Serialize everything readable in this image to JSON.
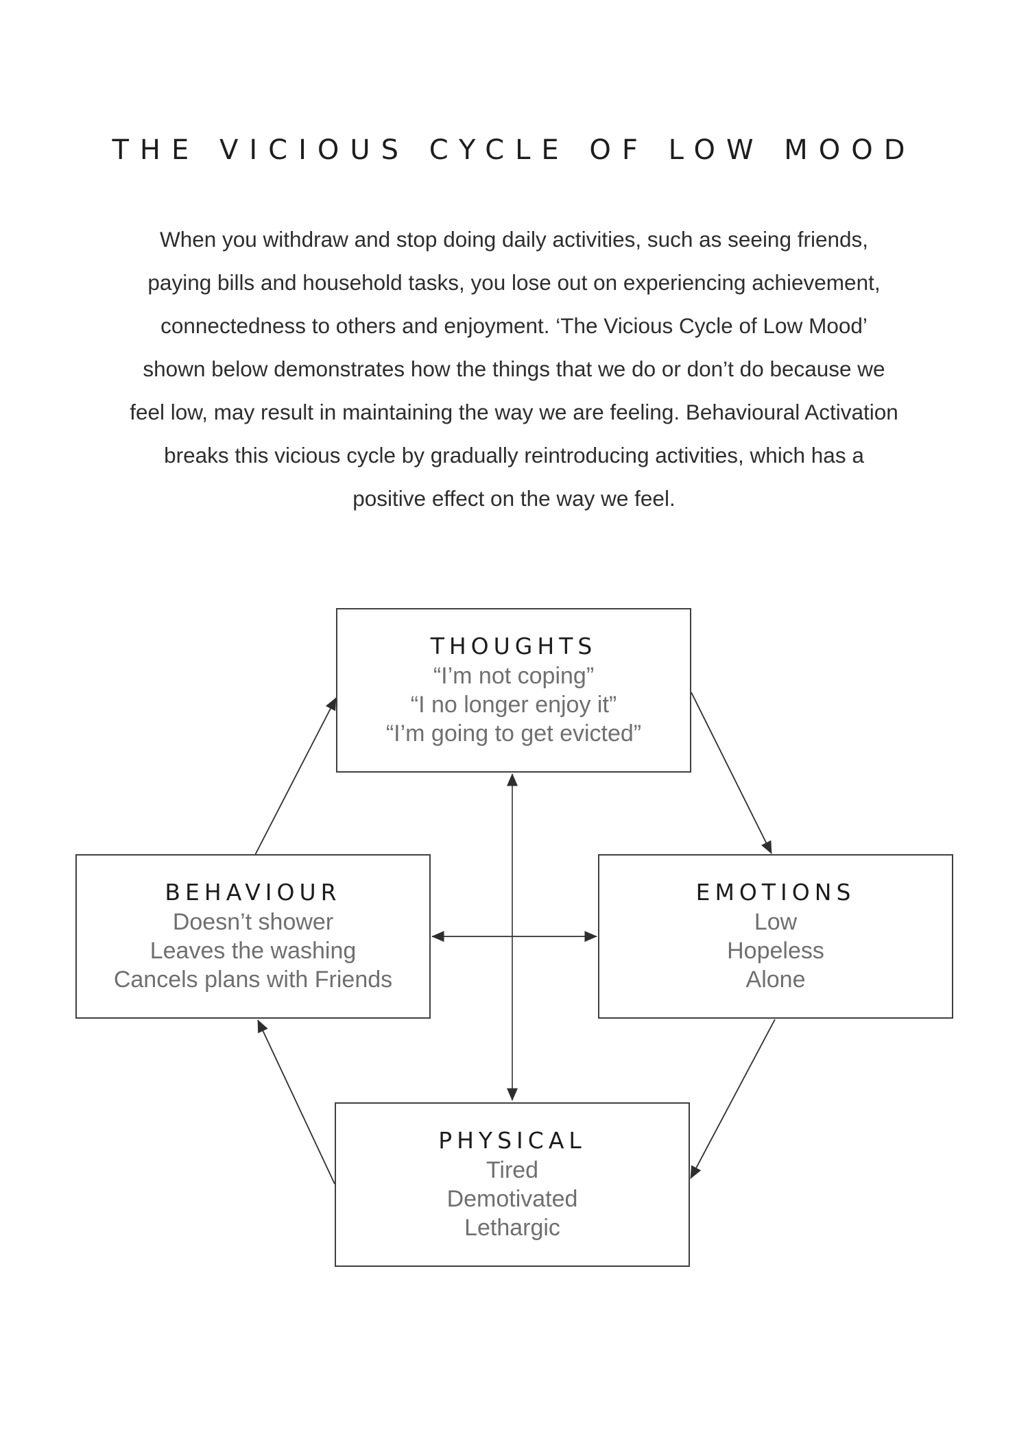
{
  "title": "THE VICIOUS CYCLE OF LOW MOOD",
  "intro": {
    "lines": [
      "When you withdraw and stop doing daily activities, such as seeing friends,",
      "paying bills and household tasks, you lose out on experiencing achievement,",
      "connectedness to others and enjoyment. ‘The Vicious Cycle of Low Mood’",
      "shown below demonstrates how the things that we do or don’t do because we",
      "feel low, may result in maintaining the way we are feeling. Behavioural Activation",
      "breaks this vicious cycle by gradually reintroducing activities, which has a",
      "positive effect on the way we feel."
    ]
  },
  "diagram": {
    "nodes": [
      {
        "id": "thoughts",
        "title": "THOUGHTS",
        "items": [
          "“I’m not coping”",
          "“I no longer enjoy it”",
          "“I’m going to get evicted”"
        ]
      },
      {
        "id": "behaviour",
        "title": "BEHAVIOUR",
        "items": [
          "Doesn’t shower",
          "Leaves the washing",
          "Cancels plans with Friends"
        ]
      },
      {
        "id": "emotions",
        "title": "EMOTIONS",
        "items": [
          "Low",
          "Hopeless",
          "Alone"
        ]
      },
      {
        "id": "physical",
        "title": "PHYSICAL",
        "items": [
          "Tired",
          "Demotivated",
          "Lethargic"
        ]
      }
    ],
    "edges": [
      {
        "from": "behaviour",
        "to": "thoughts",
        "bidirectional": false
      },
      {
        "from": "thoughts",
        "to": "emotions",
        "bidirectional": false
      },
      {
        "from": "emotions",
        "to": "physical",
        "bidirectional": false
      },
      {
        "from": "physical",
        "to": "behaviour",
        "bidirectional": false
      },
      {
        "from": "thoughts",
        "to": "physical",
        "bidirectional": true
      },
      {
        "from": "behaviour",
        "to": "emotions",
        "bidirectional": true
      }
    ],
    "colors": {
      "background": "#ffffff",
      "box_border": "#3f3f3f",
      "heading_text": "#1c1c1c",
      "item_text": "#6f6f6f",
      "arrow": "#2e2e2e"
    }
  }
}
